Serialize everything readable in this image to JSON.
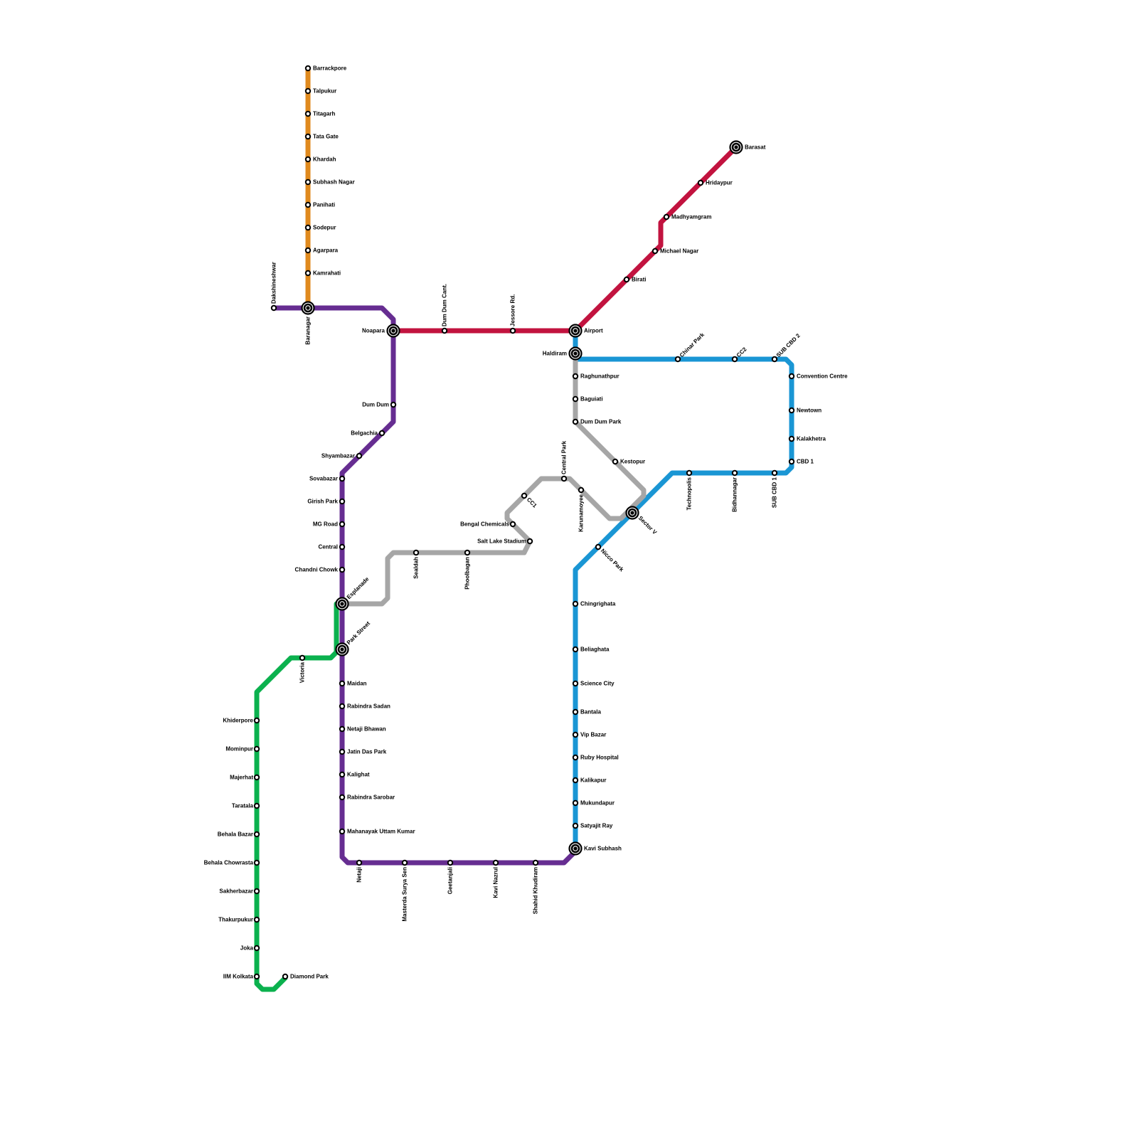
{
  "colors": {
    "orange": "#e08a1e",
    "purple": "#662d91",
    "red": "#c2133f",
    "blue": "#1a96d4",
    "grey": "#a6a6a6",
    "green": "#0bb14e"
  },
  "stations": {
    "barrackpore": "Barrackpore",
    "talpukur": "Talpukur",
    "titagarh": "Titagarh",
    "tata_gate": "Tata Gate",
    "khardah": "Khardah",
    "subhash_nagar": "Subhash Nagar",
    "panihati": "Panihati",
    "sodepur": "Sodepur",
    "agarpara": "Agarpara",
    "kamrahati": "Kamrahati",
    "dakshineshwar": "Dakshineshwar",
    "baranagar": "Baranagar",
    "noapara": "Noapara",
    "dum_dum_cant": "Dum Dum Cant.",
    "jessore_rd": "Jessore Rd.",
    "airport": "Airport",
    "birati": "Birati",
    "michael_nagar": "Michael Nagar",
    "madhyamgram": "Madhyamgram",
    "hridaypur": "Hridaypur",
    "barasat": "Barasat",
    "haldiram": "Haldiram",
    "chinar_park": "Chinar Park",
    "cc2": "CC2",
    "sub_cbd_2": "SUB CBD 2",
    "convention_centre": "Convention Centre",
    "newtown": "Newtown",
    "kalakhetra": "Kalakhetra",
    "cbd_1": "CBD 1",
    "sub_cbd_1": "SUB CBD 1",
    "bidhannagar": "Bidhannagar",
    "technopolis": "Technopolis",
    "sector_v": "Sector V",
    "nicco_park": "Nicco Park",
    "chingrighata": "Chingrighata",
    "beliaghata": "Beliaghata",
    "science_city": "Science City",
    "bantala": "Bantala",
    "vip_bazar": "Vip Bazar",
    "ruby_hospital": "Ruby Hospital",
    "kalikapur": "Kalikapur",
    "mukundapur": "Mukundapur",
    "satyajit_ray": "Satyajit Ray",
    "kavi_subhash": "Kavi Subhash",
    "raghunathpur": "Raghunathpur",
    "baguiati": "Baguiati",
    "dum_dum_park": "Dum Dum Park",
    "kestopur": "Kestopur",
    "karunamoyee": "Karunamoyee",
    "central_park": "Central Park",
    "cc1": "CC1",
    "bengal_chemicals": "Bengal Chemicals",
    "salt_lake_stadium": "Salt Lake Stadium",
    "phoolbagan": "Phoolbagan",
    "sealdah": "Sealdah",
    "esplanade": "Esplanade",
    "dum_dum": "Dum Dum",
    "belgachia": "Belgachia",
    "shyambazar": "Shyambazar",
    "sovabazar": "Sovabazar",
    "girish_park": "Girish Park",
    "mg_road": "MG Road",
    "central": "Central",
    "chandni_chowk": "Chandni Chowk",
    "park_street": "Park Street",
    "maidan": "Maidan",
    "rabindra_sadan": "Rabindra Sadan",
    "netaji_bhawan": "Netaji Bhawan",
    "jatin_das_park": "Jatin Das Park",
    "kalighat": "Kalighat",
    "rabindra_sarobar": "Rabindra Sarobar",
    "mahanayak_uttam_kumar": "Mahanayak Uttam Kumar",
    "netaji": "Netaji",
    "masterda_surya_sen": "Masterda Surya Sen",
    "geetanjali": "Geetanjali",
    "kavi_nazrul": "Kavi Nazrul",
    "shahid_khudiram": "Shahid Khudiram",
    "victoria": "Victoria",
    "khiderpore": "Khiderpore",
    "mominpur": "Mominpur",
    "majerhat": "Majerhat",
    "taratala": "Taratala",
    "behala_bazar": "Behala Bazar",
    "behala_chowrasta": "Behala Chowrasta",
    "sakherbazar": "Sakherbazar",
    "thakurpukur": "Thakurpukur",
    "joka": "Joka",
    "iim_kolkata": "IIM Kolkata",
    "diamond_park": "Diamond Park"
  }
}
